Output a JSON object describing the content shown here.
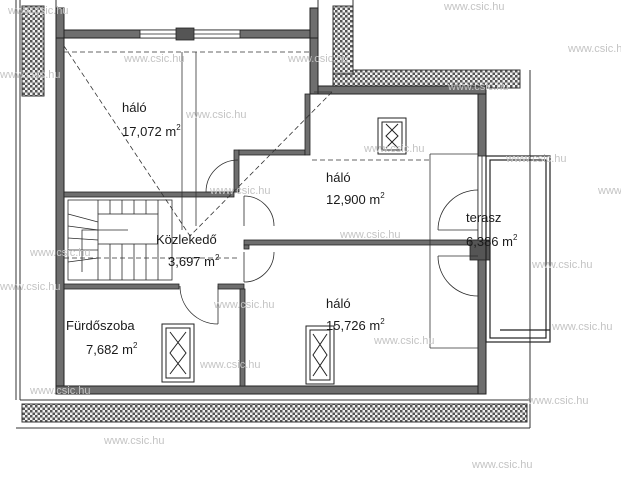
{
  "rooms": [
    {
      "id": "halo1",
      "name": "háló",
      "area": "17,072",
      "unit": "m",
      "sup": "2"
    },
    {
      "id": "halo2",
      "name": "háló",
      "area": "12,900",
      "unit": "m",
      "sup": "2"
    },
    {
      "id": "terasz",
      "name": "terasz",
      "area": "6,386",
      "unit": "m",
      "sup": "2"
    },
    {
      "id": "kozlekedo",
      "name": "Közlekedő",
      "area": "3,697",
      "unit": "m",
      "sup": "2"
    },
    {
      "id": "halo3",
      "name": "háló",
      "area": "15,726",
      "unit": "m",
      "sup": "2"
    },
    {
      "id": "furdo",
      "name": "Fürdőszoba",
      "area": "7,682",
      "unit": "m",
      "sup": "2"
    }
  ],
  "watermark": "www.csic.hu",
  "colors": {
    "wall": "#3a3a3a",
    "roof_hatch": "#8a8a8a",
    "line": "#2b2b2b",
    "watermark": "#c4c4c4"
  }
}
